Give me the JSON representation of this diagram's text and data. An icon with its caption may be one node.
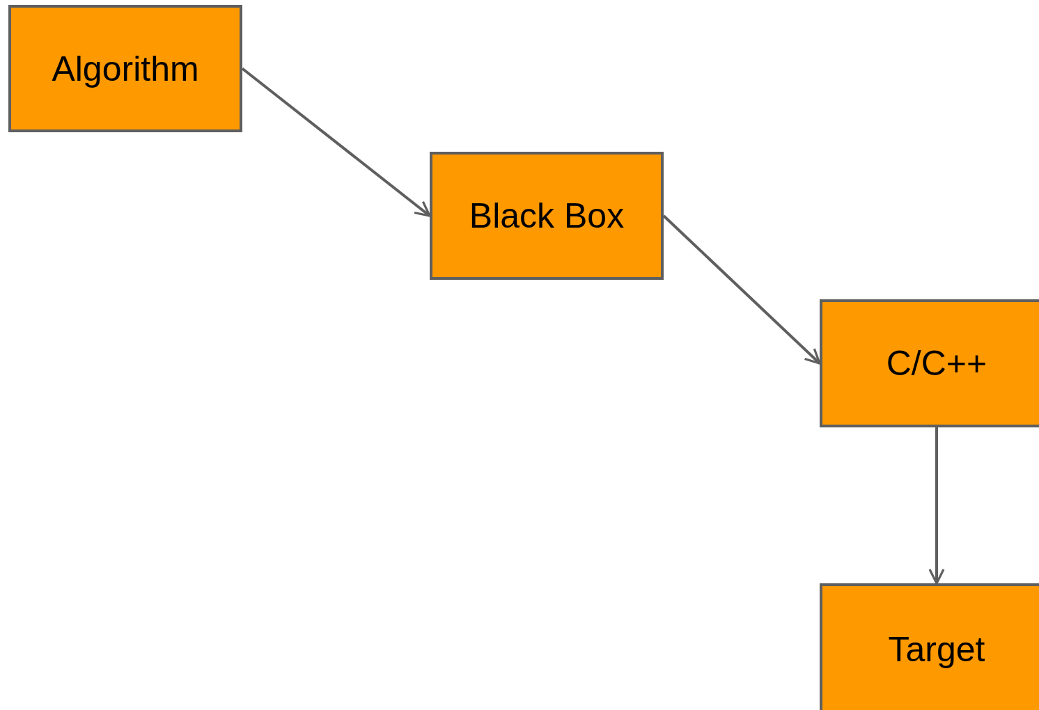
{
  "diagram": {
    "nodes": [
      {
        "text": [
          "Algorithm"
        ]
      },
      {
        "text": [
          "Black Box"
        ]
      },
      {
        "text": [
          "C/C++"
        ]
      },
      {
        "text": [
          "Target"
        ]
      }
    ],
    "edges": [
      {
        "from": 0,
        "to": 1,
        "arrow": "to"
      },
      {
        "from": 1,
        "to": 2,
        "arrow": "to"
      },
      {
        "from": 2,
        "to": 3,
        "arrow": "to"
      }
    ]
  }
}
